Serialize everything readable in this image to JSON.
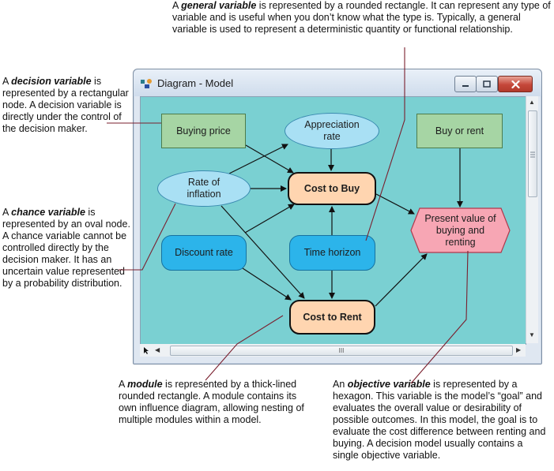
{
  "annotations": {
    "general": {
      "pre": "A ",
      "term": "general variable",
      "text": " is represented by a rounded rectangle. It can represent any type of variable and is useful when you don’t know what the type is. Typically, a general variable is used to represent a deterministic quantity or functional relationship."
    },
    "decision": {
      "pre": "A ",
      "term": "decision variable",
      "text": " is represented by a rectangular node. A decision variable is directly under the control of the decision maker."
    },
    "chance": {
      "pre": "A ",
      "term": "chance variable",
      "text": " is represented by an oval node. A chance variable cannot be controlled directly by the decision maker. It has an uncertain value represented by a probability distribution."
    },
    "module": {
      "pre": "A ",
      "term": "module",
      "text": " is represented by a thick-lined rounded rectangle. A module contains its own influence diagram, allowing nesting of multiple modules within a model."
    },
    "objective": {
      "pre": "An ",
      "term": "objective variable",
      "text": " is represented by a hexagon. This variable is the model’s “goal” and evaluates the overall value or desirability of possible outcomes. In this model, the goal is to evaluate the cost difference between renting and buying. A decision model usually contains a single objective variable."
    }
  },
  "window": {
    "title": "Diagram - Model",
    "icon": "diagram-app-icon",
    "scroll_thumb_grip": "III"
  },
  "nodes": {
    "buying_price": "Buying price",
    "buy_or_rent": "Buy or rent",
    "appreciation_rate": "Appreciation rate",
    "rate_of_inflation": "Rate of inflation",
    "cost_to_buy": "Cost to Buy",
    "discount_rate": "Discount rate",
    "time_horizon": "Time horizon",
    "cost_to_rent": "Cost to Rent",
    "present_value": "Present value of buying and renting"
  },
  "colors": {
    "canvas": "#7ad0d2",
    "decision": "#a6d5a4",
    "chance": "#a9e0f4",
    "general": "#2cb4ea",
    "module": "#ffd5b0",
    "objective": "#f7a6b4"
  }
}
